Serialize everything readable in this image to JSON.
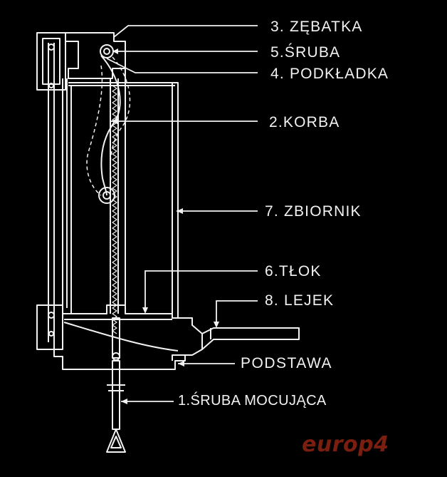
{
  "labels": {
    "zebatka": "3. ZĘBATKA",
    "sruba": "5.ŚRUBA",
    "podkladka": "4. PODKŁADKA",
    "korba": "2.KORBA",
    "zbiornik": "7. ZBIORNIK",
    "tlok": "6.TŁOK",
    "lejek": "8. LEJEK",
    "podstawa": "PODSTAWA",
    "sruba_mocujaca": "1.ŚRUBA MOCUJĄCA"
  },
  "watermark": "europ4",
  "colors": {
    "background": "#000000",
    "line": "#f2f2f2",
    "watermark": "#7a1e10"
  }
}
